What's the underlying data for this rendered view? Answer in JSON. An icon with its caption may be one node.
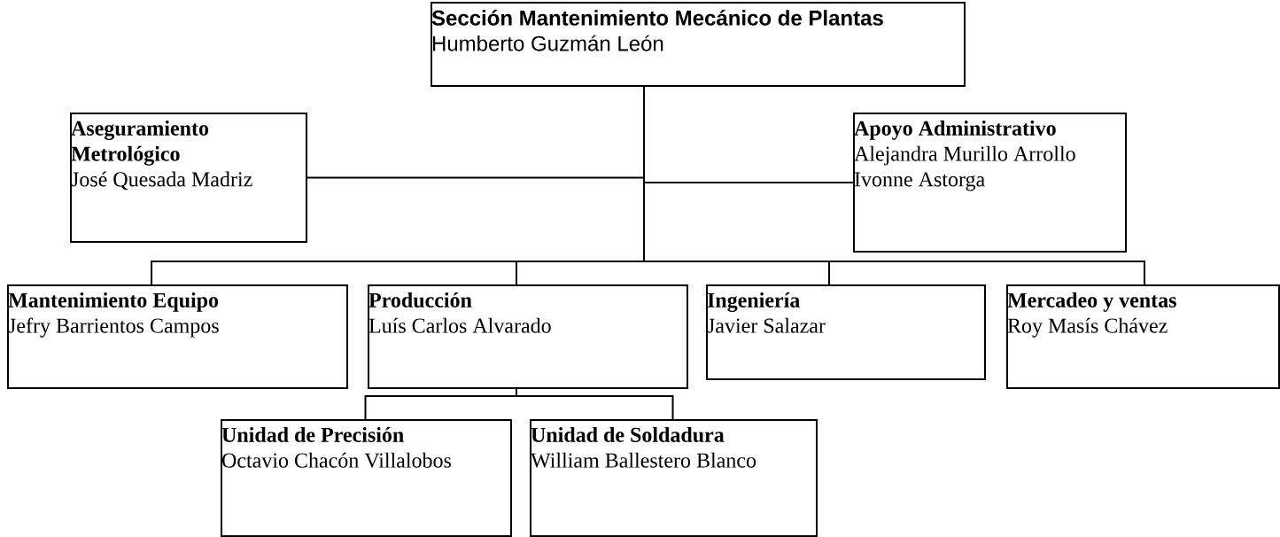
{
  "diagram": {
    "nodes": [
      {
        "text": [
          "Sección Mantenimiento Mecánico de Plantas",
          "Humberto Guzmán León"
        ]
      },
      {
        "text": [
          "Aseguramiento Metrológico",
          "José Quesada Madriz"
        ]
      },
      {
        "text": [
          "Apoyo Administrativo",
          "Alejandra Murillo Arrollo",
          "Ivonne Astorga"
        ]
      },
      {
        "text": [
          "Mantenimiento Equipo",
          "Jefry Barrientos Campos"
        ]
      },
      {
        "text": [
          "Producción",
          "Luís Carlos Alvarado"
        ]
      },
      {
        "text": [
          "Ingeniería",
          "Javier Salazar"
        ]
      },
      {
        "text": [
          "Mercadeo y ventas",
          "Roy Masís Chávez"
        ]
      },
      {
        "text": [
          "Unidad de Precisión",
          "Octavio Chacón Villalobos"
        ]
      },
      {
        "text": [
          "Unidad de Soldadura",
          "William Ballestero Blanco"
        ]
      }
    ],
    "edges": [
      {
        "from": 0,
        "to": 1,
        "arrow": "none"
      },
      {
        "from": 0,
        "to": 2,
        "arrow": "none"
      },
      {
        "from": 0,
        "to": 3,
        "arrow": "none"
      },
      {
        "from": 0,
        "to": 4,
        "arrow": "none"
      },
      {
        "from": 0,
        "to": 5,
        "arrow": "none"
      },
      {
        "from": 0,
        "to": 6,
        "arrow": "none"
      },
      {
        "from": 4,
        "to": 7,
        "arrow": "none"
      },
      {
        "from": 4,
        "to": 8,
        "arrow": "none"
      }
    ]
  }
}
